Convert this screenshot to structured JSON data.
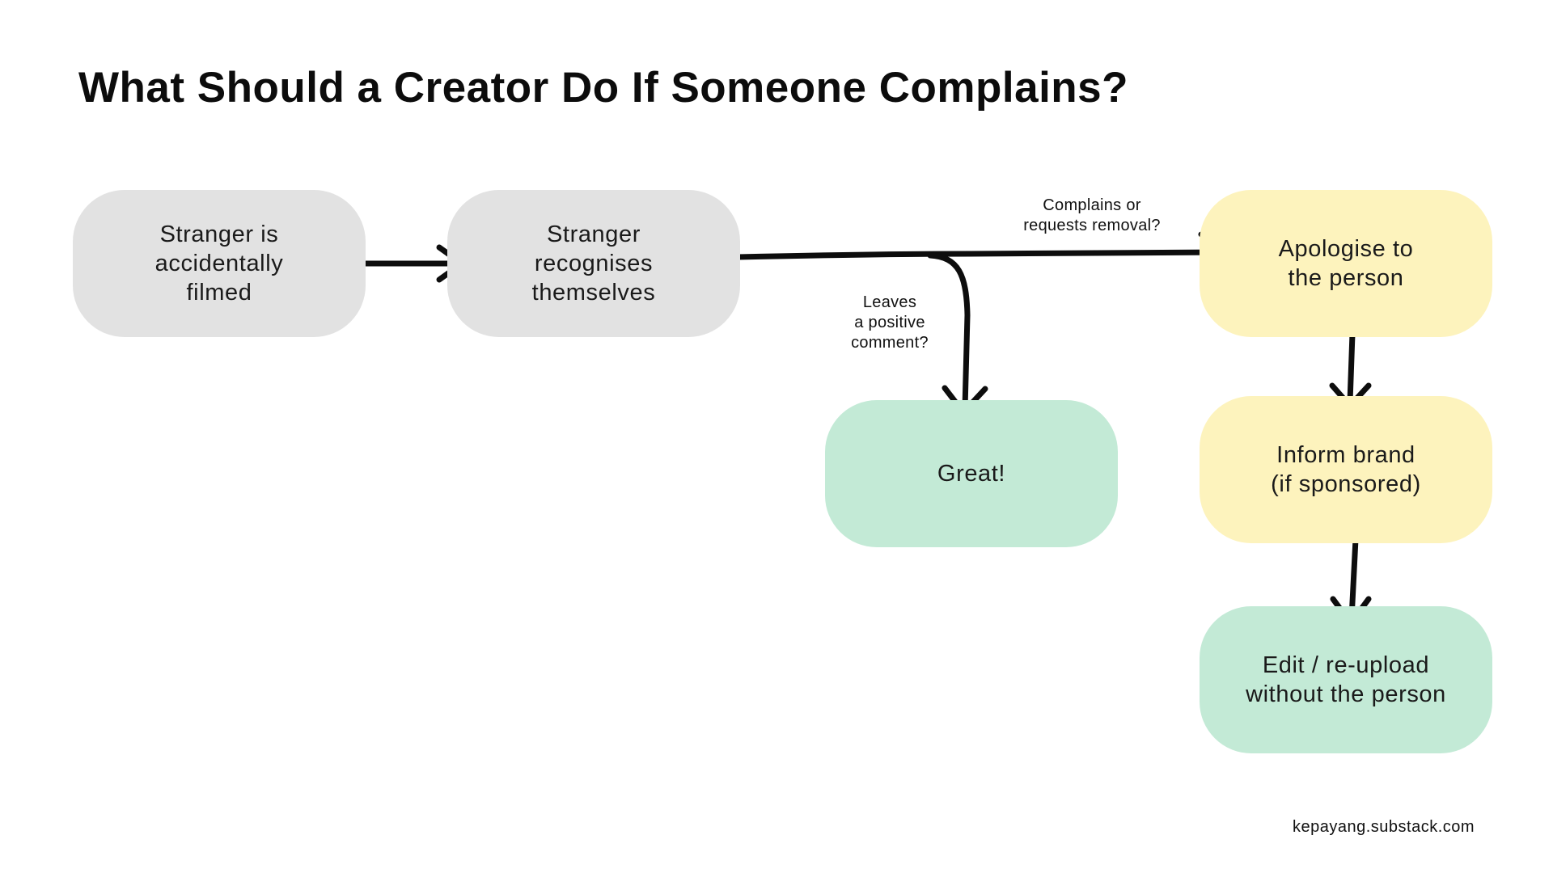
{
  "title": "What Should a Creator Do If Someone Complains?",
  "nodes": {
    "accidentally_filmed": "Stranger is\naccidentally\nfilmed",
    "recognises": "Stranger\nrecognises\nthemselves",
    "apologise": "Apologise to\nthe person",
    "inform_brand": "Inform brand\n(if sponsored)",
    "edit_reupload": "Edit / re-upload\nwithout the person",
    "great": "Great!"
  },
  "edge_labels": {
    "complains": "Complains or\nrequests removal?",
    "positive": "Leaves\na positive\ncomment?"
  },
  "footer": "kepayang.substack.com",
  "colors": {
    "grey_node": "#e2e2e2",
    "yellow_node": "#fdf3bd",
    "green_node": "#c3ead6",
    "arrow": "#0d0d0d"
  }
}
